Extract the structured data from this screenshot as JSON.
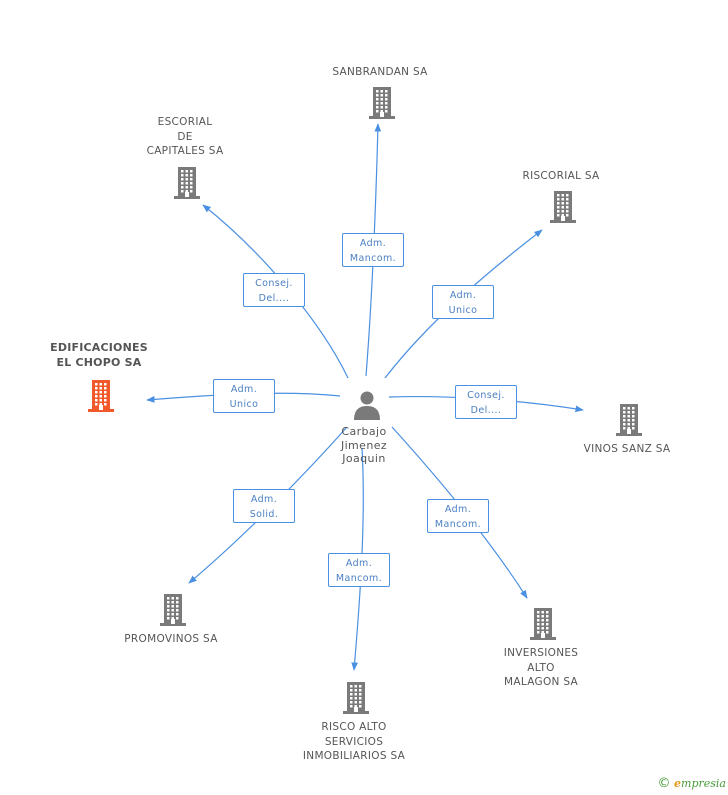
{
  "center": {
    "name_lines": [
      "Carbajo",
      "Jimenez",
      "Joaquin"
    ],
    "icon": "person-icon"
  },
  "companies": [
    {
      "id": "sanbrandan",
      "lines": [
        "SANBRANDAN SA"
      ],
      "icon": "building-icon",
      "highlight": false,
      "role_lines": [
        "Adm.",
        "Mancom."
      ]
    },
    {
      "id": "escorial",
      "lines": [
        "ESCORIAL",
        "DE",
        "CAPITALES SA"
      ],
      "icon": "building-icon",
      "highlight": false,
      "role_lines": [
        "Consej.",
        "Del...."
      ]
    },
    {
      "id": "riscorial",
      "lines": [
        "RISCORIAL SA"
      ],
      "icon": "building-icon",
      "highlight": false,
      "role_lines": [
        "Adm.",
        "Unico"
      ]
    },
    {
      "id": "edificaciones",
      "lines": [
        "EDIFICACIONES",
        "EL CHOPO SA"
      ],
      "icon": "building-icon",
      "highlight": true,
      "role_lines": [
        "Adm.",
        "Unico"
      ]
    },
    {
      "id": "vinos",
      "lines": [
        "VINOS SANZ SA"
      ],
      "icon": "building-icon",
      "highlight": false,
      "role_lines": [
        "Consej.",
        "Del...."
      ]
    },
    {
      "id": "promovinos",
      "lines": [
        "PROMOVINOS SA"
      ],
      "icon": "building-icon",
      "highlight": false,
      "role_lines": [
        "Adm.",
        "Solid."
      ]
    },
    {
      "id": "inversiones",
      "lines": [
        "INVERSIONES",
        "ALTO",
        "MALAGON SA"
      ],
      "icon": "building-icon",
      "highlight": false,
      "role_lines": [
        "Adm.",
        "Mancom."
      ]
    },
    {
      "id": "risco",
      "lines": [
        "RISCO ALTO",
        "SERVICIOS",
        "INMOBILIARIOS SA"
      ],
      "icon": "building-icon",
      "highlight": false,
      "role_lines": [
        "Adm.",
        "Mancom."
      ]
    }
  ],
  "colors": {
    "edge": "#4a90e2",
    "node": "#7a7a7a",
    "highlight": "#f2592a",
    "text": "#555555"
  },
  "footer": {
    "copyright": "©",
    "brand_initial": "e",
    "brand_rest": "mpresia"
  }
}
